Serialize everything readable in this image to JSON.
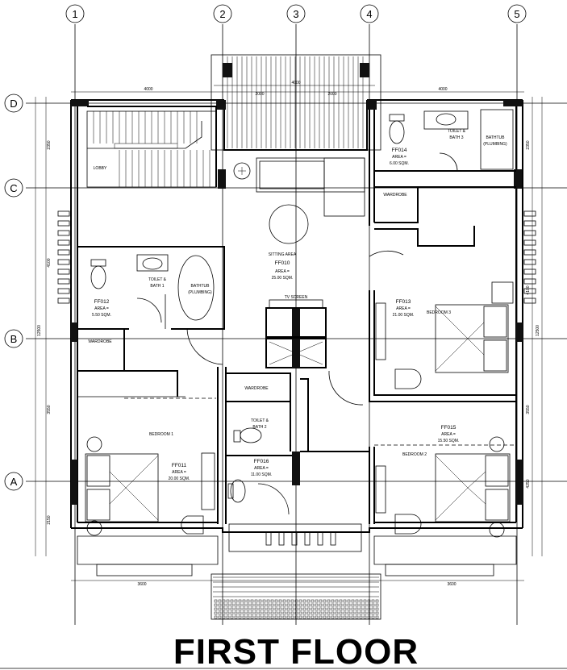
{
  "drawing": {
    "title": "FIRST FLOOR",
    "grid_cols": [
      "1",
      "2",
      "3",
      "4",
      "5"
    ],
    "grid_rows": [
      "D",
      "C",
      "B",
      "A"
    ]
  },
  "dimensions": {
    "top_left": "4000",
    "top_mid_1": "2000",
    "top_mid_2": "2000",
    "top_mid_total": "4000",
    "top_right": "4000",
    "left_1": "2350",
    "left_2": "4100",
    "left_3": "3550",
    "left_4": "2150",
    "left_total": "12500",
    "right_1": "2350",
    "right_2": "4100",
    "right_3": "3550",
    "right_4": "4250",
    "right_total": "12500",
    "bottom_left": "3600",
    "bottom_right": "3600"
  },
  "rooms": [
    {
      "id": "r-lobby",
      "label": "LOBBY"
    },
    {
      "id": "r-sitting",
      "name": "SITTING AREA",
      "code": "FF010",
      "area": "AREA =",
      "sqm": "25.00 SQM."
    },
    {
      "id": "r-toilet1",
      "name": "TOILET &",
      "name2": "BATH 1",
      "code": "FF012",
      "area": "AREA =",
      "sqm": "5.50 SQM."
    },
    {
      "id": "r-toilet3",
      "name": "TOILET &",
      "name2": "BATH 3",
      "code": "FF014",
      "area": "AREA =",
      "sqm": "6.00 SQM."
    },
    {
      "id": "r-bed3",
      "name": "BEDROOM 3",
      "code": "FF013",
      "area": "AREA =",
      "sqm": "21.00 SQM."
    },
    {
      "id": "r-bed1",
      "name": "BEDROOM 1",
      "code": "FF011",
      "area": "AREA =",
      "sqm": "20.00 SQM."
    },
    {
      "id": "r-toilet2",
      "name": "TOILET &",
      "name2": "BATH 2",
      "code": "FF016",
      "area": "AREA =",
      "sqm": "11.00 SQM."
    },
    {
      "id": "r-bed2",
      "name": "BEDROOM 2",
      "code": "FF015",
      "area": "AREA =",
      "sqm": "15.50 SQM."
    }
  ],
  "fixtures": {
    "bathtub_1": "BATHTUB",
    "bathtub_1b": "(PLUMBING)",
    "bathtub_2": "BATHTUB",
    "bathtub_2b": "(PLUMBING)",
    "wardrobe": "WARDROBE",
    "tv_screen": "TV SCREEN"
  }
}
